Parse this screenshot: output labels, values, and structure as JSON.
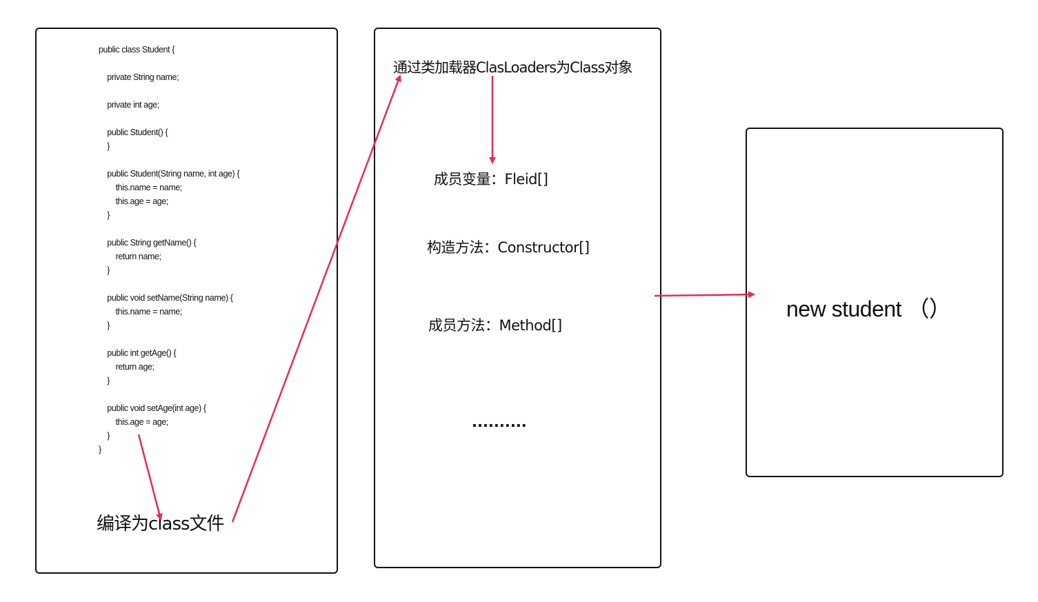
{
  "colors": {
    "border": "#111111",
    "arrow": "#f0284f",
    "background": "#ffffff"
  },
  "source_box": {
    "code_lines": [
      "public class Student {",
      "",
      "    private String name;",
      "",
      "    private int age;",
      "",
      "    public Student() {",
      "    }",
      "",
      "    public Student(String name, int age) {",
      "        this.name = name;",
      "        this.age = age;",
      "    }",
      "",
      "    public String getName() {",
      "        return name;",
      "    }",
      "",
      "    public void setName(String name) {",
      "        this.name = name;",
      "    }",
      "",
      "    public int getAge() {",
      "        return age;",
      "    }",
      "",
      "    public void setAge(int age) {",
      "        this.age = age;",
      "    }",
      "}"
    ],
    "compile_label": "编译为class文件"
  },
  "class_box": {
    "loader_label": "通过类加载器ClasLoaders为Class对象",
    "field_label": "成员变量：Fleid[]",
    "constructor_label": "构造方法：Constructor[]",
    "method_label": "成员方法：Method[]",
    "ellipsis": ".........."
  },
  "new_box": {
    "label": "new student （）"
  }
}
